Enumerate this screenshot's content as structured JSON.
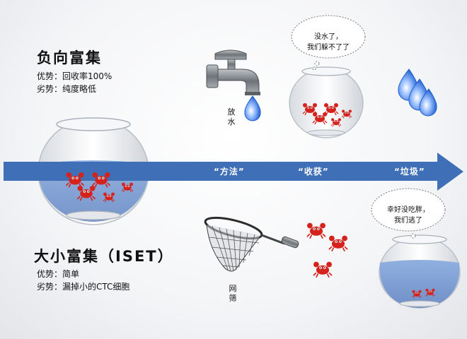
{
  "negative": {
    "title": "负向富集",
    "pro": "优势：回收率100%",
    "con": "劣势：纯度略低",
    "tap_label_1": "放",
    "tap_label_2": "水",
    "bubble_line1": "没水了，",
    "bubble_line2": "我们躲不了了"
  },
  "size": {
    "title": "大小富集（ISET）",
    "pro": "优势：简单",
    "con": "劣势：漏掉小的CTC细胞",
    "net_label_1": "网",
    "net_label_2": "筛",
    "bubble_line1": "幸好没吃胖，",
    "bubble_line2": "我们逃了"
  },
  "arrow": {
    "label_method": "“方法”",
    "label_harvest": "“收获”",
    "label_waste": "“垃圾”"
  },
  "colors": {
    "arrow": "#3f6fb6",
    "water": "#7f9fd1",
    "crab": "#d6221c",
    "drop": "#2e6fd0"
  }
}
